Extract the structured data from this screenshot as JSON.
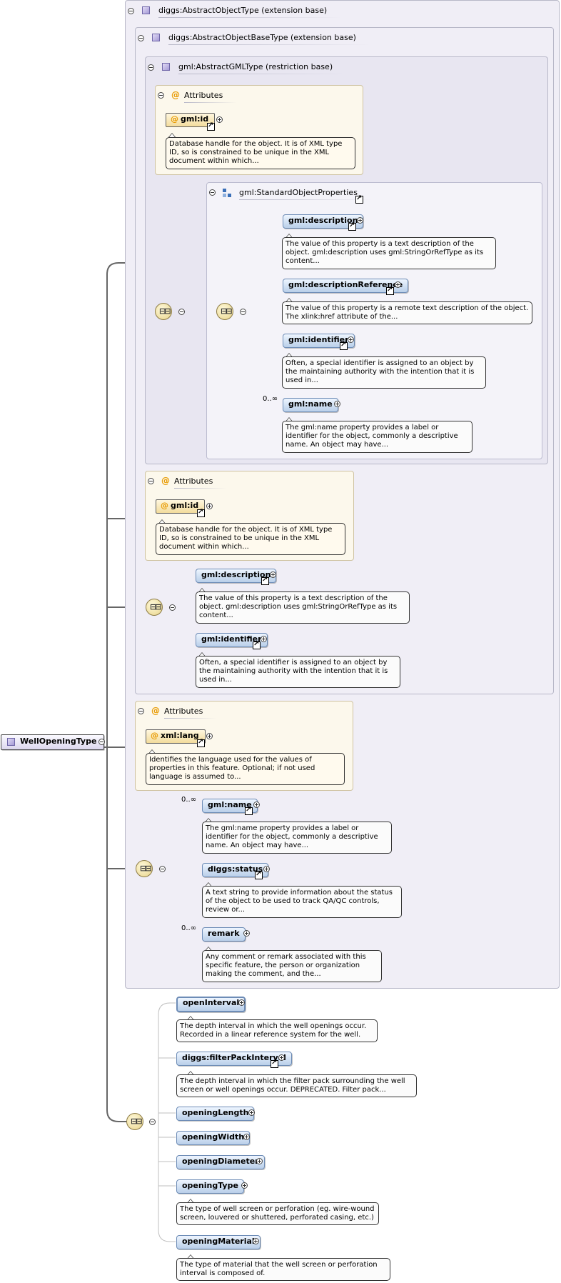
{
  "root": {
    "label": "WellOpeningType"
  },
  "panels": {
    "abstract_object": "diggs:AbstractObjectType (extension base)",
    "abstract_object_base": "diggs:AbstractObjectBaseType (extension base)",
    "abstract_gml": "gml:AbstractGMLType (restriction base)"
  },
  "attributes_title": "Attributes",
  "gml_attrs": {
    "id_label": "gml:id",
    "id_doc": "Database handle for the object. It is of XML type ID, so is constrained to be unique in the XML document within which..."
  },
  "std_props": {
    "group_label": "gml:StandardObjectProperties",
    "description": {
      "label": "gml:description",
      "doc": "The value of this property is a text description of the object. gml:description uses gml:StringOrRefType as its content..."
    },
    "description_ref": {
      "label": "gml:descriptionReference",
      "doc": "The value of this property is a remote text description of the object. The xlink:href attribute of the..."
    },
    "identifier": {
      "label": "gml:identifier",
      "doc": "Often, a special identifier is assigned to an object by the maintaining authority with the intention that it is used in..."
    },
    "name": {
      "label": "gml:name",
      "occurrence": "0..∞",
      "doc": "The gml:name property provides a label or identifier for the object, commonly a descriptive name. An object may have..."
    }
  },
  "base_attrs": {
    "id_label": "gml:id",
    "id_doc": "Database handle for the object. It is of XML type ID, so is constrained to be unique in the XML document within which..."
  },
  "base_seq": {
    "description": {
      "label": "gml:description",
      "doc": "The value of this property is a text description of the object. gml:description uses gml:StringOrRefType as its content..."
    },
    "identifier": {
      "label": "gml:identifier",
      "doc": "Often, a special identifier is assigned to an object by the maintaining authority with the intention that it is used in..."
    }
  },
  "object_attrs": {
    "lang_label": "xml:lang",
    "lang_doc": "Identifies the language used for the values of properties in this feature. Optional; if not used language is assumed to..."
  },
  "object_seq": {
    "name": {
      "label": "gml:name",
      "occurrence": "0..∞",
      "doc": "The gml:name property provides a label or identifier for the object, commonly a descriptive name. An object may have..."
    },
    "status": {
      "label": "diggs:status",
      "doc": "A text string to provide information about the status of the object to be used to track QA/QC controls, review or..."
    },
    "remark": {
      "label": "remark",
      "occurrence": "0..∞",
      "doc": "Any comment or remark associated with this specific feature, the person or organization making the comment, and the..."
    }
  },
  "well_seq": {
    "open_interval": {
      "label": "openInterval",
      "doc": "The depth interval in which the well openings occur. Recorded in a linear reference system for the well."
    },
    "filter_pack": {
      "label": "diggs:filterPackInterval",
      "doc": "The depth interval in which the filter pack surrounding the well screen or well openings occur. DEPRECATED. Filter pack..."
    },
    "opening_length": {
      "label": "openingLength"
    },
    "opening_width": {
      "label": "openingWidth"
    },
    "opening_diameter": {
      "label": "openingDiameter"
    },
    "opening_type": {
      "label": "openingType",
      "doc": "The type of well screen or perforation (eg. wire-wound screen, louvered or shuttered, perforated casing, etc.)"
    },
    "opening_material": {
      "label": "openingMaterial",
      "doc": "The type of material that the well screen or perforation interval is composed of."
    }
  }
}
